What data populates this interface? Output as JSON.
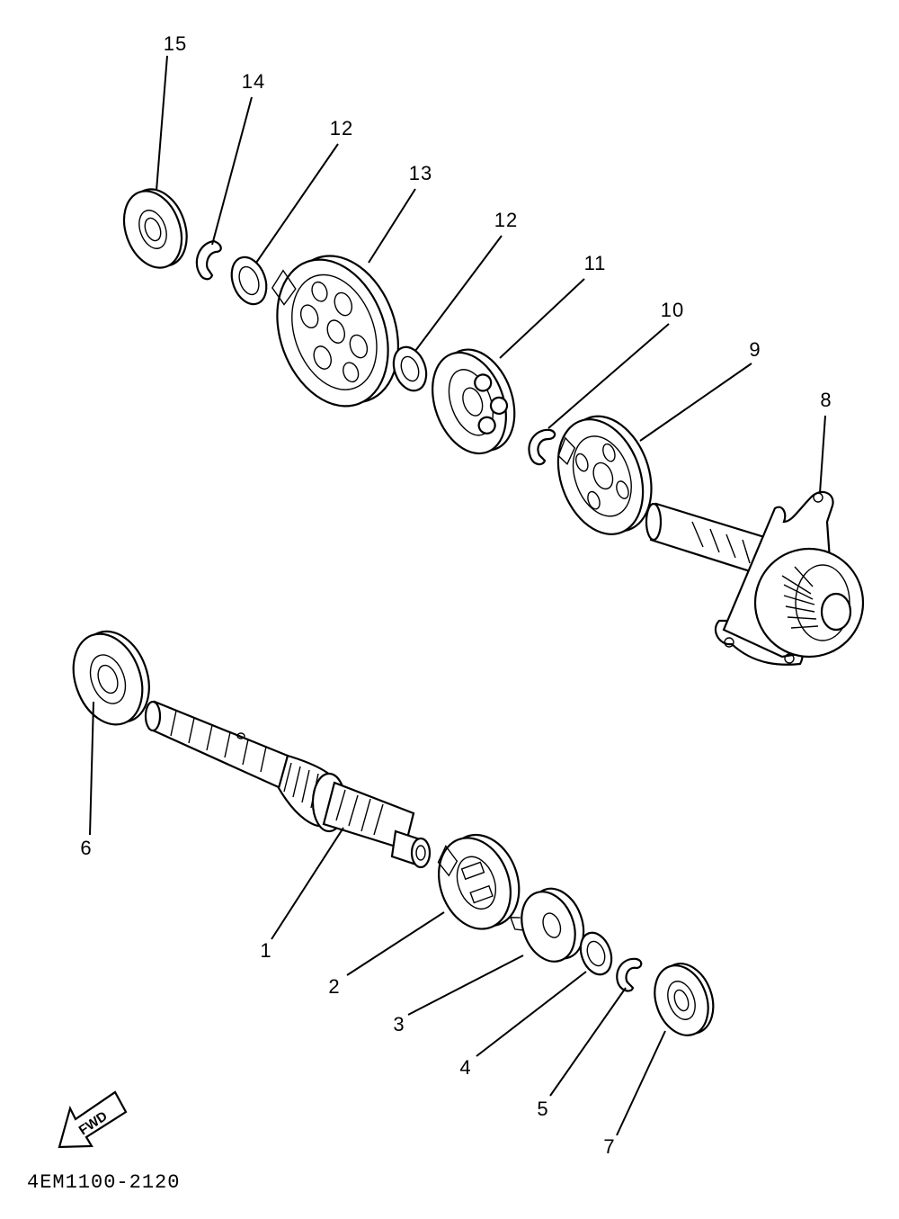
{
  "diagram": {
    "code": "4EM1100-2120",
    "fwd_text": "FWD",
    "callouts": [
      {
        "id": "1",
        "text": "1"
      },
      {
        "id": "2",
        "text": "2"
      },
      {
        "id": "3",
        "text": "3"
      },
      {
        "id": "4",
        "text": "4"
      },
      {
        "id": "5",
        "text": "5"
      },
      {
        "id": "6",
        "text": "6"
      },
      {
        "id": "7",
        "text": "7"
      },
      {
        "id": "8",
        "text": "8"
      },
      {
        "id": "9",
        "text": "9"
      },
      {
        "id": "10",
        "text": "10"
      },
      {
        "id": "11",
        "text": "11"
      },
      {
        "id": "12a",
        "text": "12"
      },
      {
        "id": "12b",
        "text": "12"
      },
      {
        "id": "13",
        "text": "13"
      },
      {
        "id": "14",
        "text": "14"
      },
      {
        "id": "15",
        "text": "15"
      }
    ]
  }
}
